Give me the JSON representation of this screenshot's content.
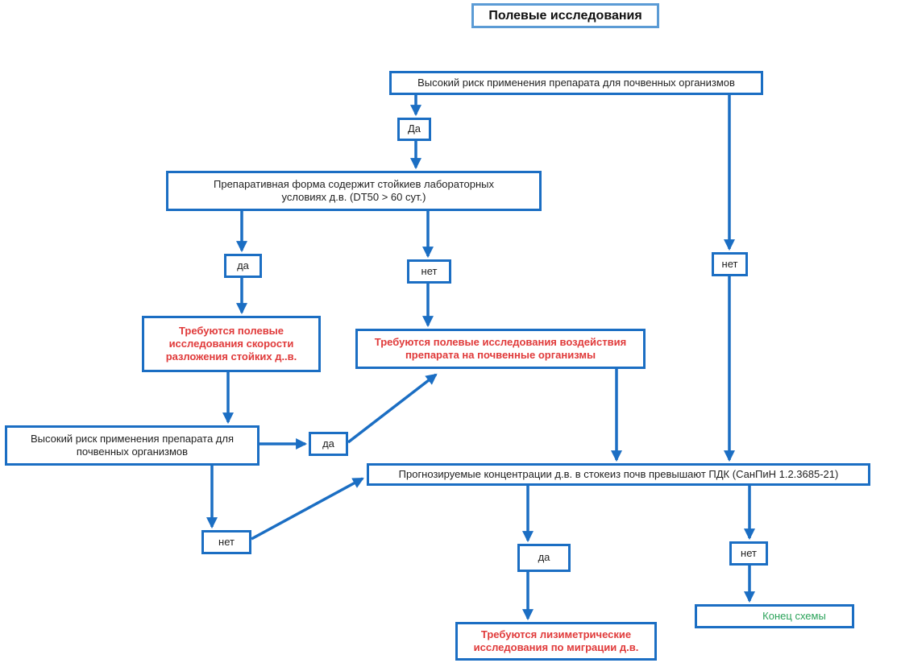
{
  "title": "Полевые исследования",
  "colors": {
    "line_blue": "#1b6ec3",
    "title_border_blue": "#5b9bd5",
    "red_text": "#e03a3a",
    "green_text": "#2ba35a",
    "black_text": "#1f1f1f"
  },
  "nodes": {
    "top_risk": "Высокий риск применения препарата для почвенных организмов",
    "da_top": "Да",
    "form": "Препаративная форма содержит стойкиев лабораторных\nусловиях д.в. (DT50 > 60 сут.)",
    "da_left": "да",
    "net_mid": "нет",
    "net_right": "нет",
    "red_field_decomposition": "Требуются полевые\nисследования скорости\nразложения стойких д..в.",
    "red_field_impact": "Требуются полевые исследования воздействия\nпрепарата на почвенные организмы",
    "left_risk": "Высокий риск применения препарата для\nпочвенных организмов",
    "da_mid": "да",
    "pdk": "Прогнозируемые концентрации д.в. в стокеиз почв превышают ПДК (СанПиН 1.2.3685-21)",
    "net_left": "нет",
    "da_bottom": "да",
    "net_bottom": "нет",
    "end": "Конец схемы",
    "red_lysimetric": "Требуются лизиметрические\nисследования по миграции д.в."
  }
}
